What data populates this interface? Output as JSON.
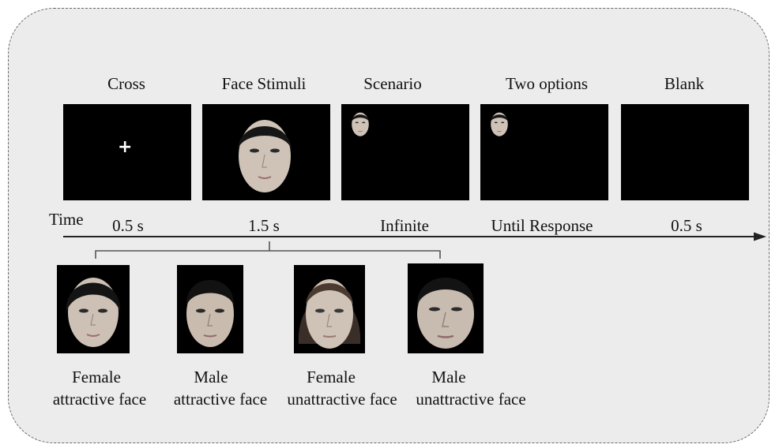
{
  "stages": [
    {
      "label": "Cross",
      "duration": "0.5 s"
    },
    {
      "label": "Face Stimuli",
      "duration": "1.5 s"
    },
    {
      "label": "Scenario",
      "duration": "Infinite"
    },
    {
      "label": "Two options",
      "duration": "Until Response"
    },
    {
      "label": "Blank",
      "duration": "0.5 s"
    }
  ],
  "time_label": "Time",
  "faces": [
    {
      "line1": "Female",
      "line2": "attractive face"
    },
    {
      "line1": "Male",
      "line2": "attractive face"
    },
    {
      "line1": "Female",
      "line2": "unattractive face"
    },
    {
      "line1": "Male",
      "line2": "unattractive face"
    }
  ],
  "colors": {
    "panel_background": "#ececec",
    "screen": "#000000",
    "arrow": "#222222"
  }
}
